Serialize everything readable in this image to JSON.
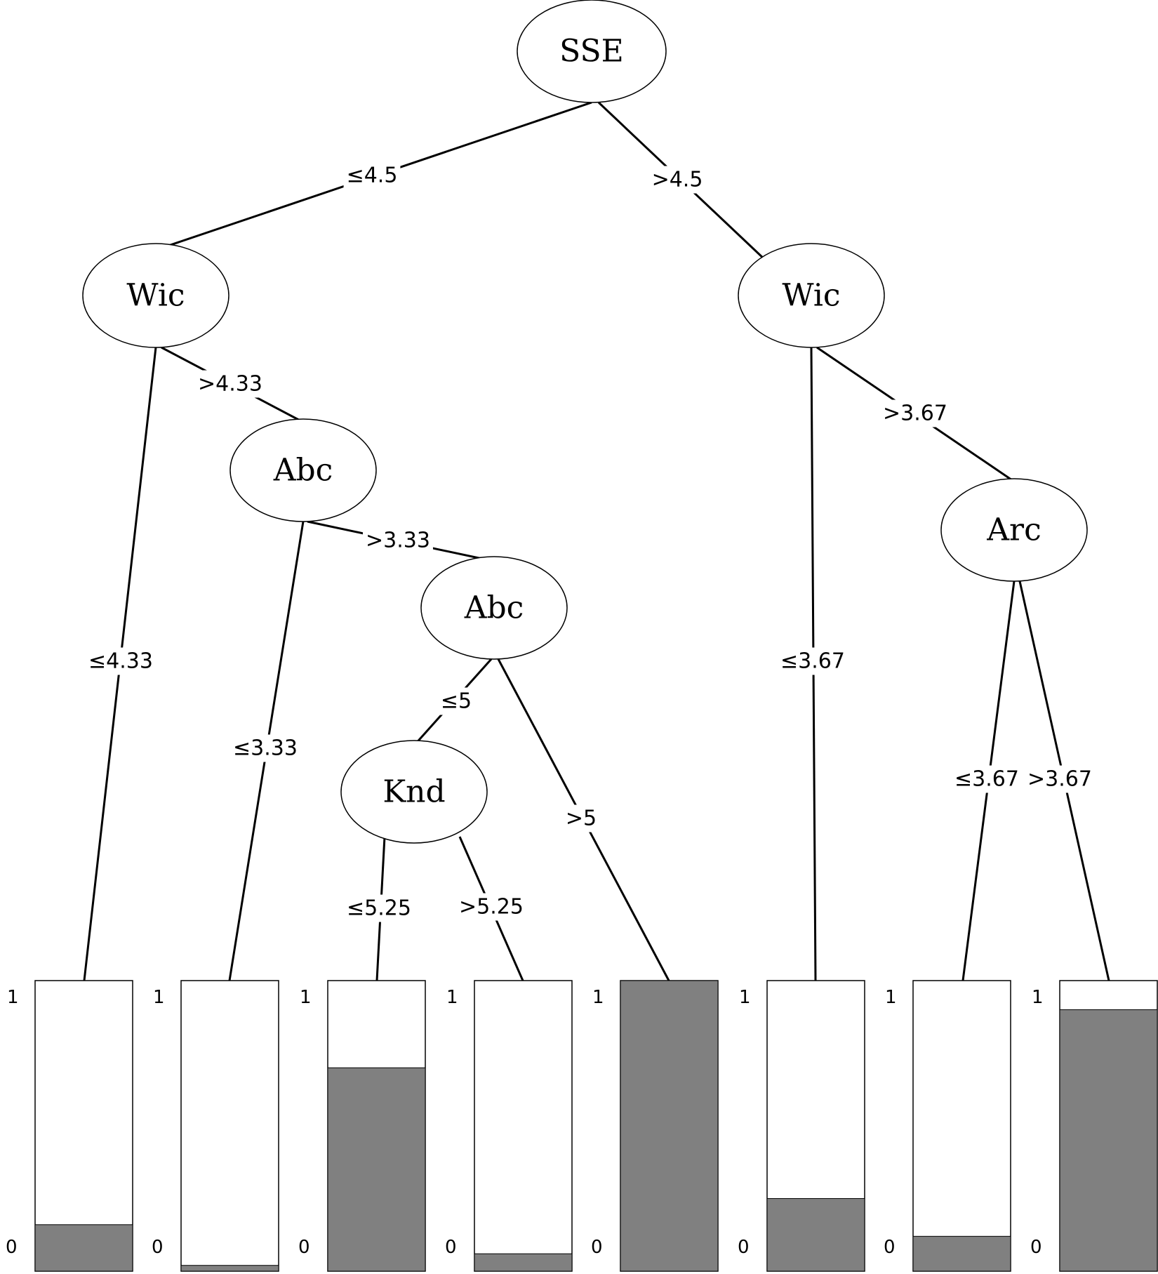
{
  "tree": {
    "nodes": [
      {
        "id": "root",
        "label": "SSE"
      },
      {
        "id": "wic-left",
        "label": "Wic"
      },
      {
        "id": "wic-right",
        "label": "Wic"
      },
      {
        "id": "abc-1",
        "label": "Abc"
      },
      {
        "id": "abc-2",
        "label": "Abc"
      },
      {
        "id": "knd",
        "label": "Knd"
      },
      {
        "id": "arc",
        "label": "Arc"
      }
    ],
    "edges": [
      {
        "from": "root",
        "to": "wic-left",
        "label": "≤4.5"
      },
      {
        "from": "root",
        "to": "wic-right",
        "label": ">4.5"
      },
      {
        "from": "wic-left",
        "to": "leaf-1",
        "label": "≤4.33"
      },
      {
        "from": "wic-left",
        "to": "abc-1",
        "label": ">4.33"
      },
      {
        "from": "abc-1",
        "to": "leaf-2",
        "label": "≤3.33"
      },
      {
        "from": "abc-1",
        "to": "abc-2",
        "label": ">3.33"
      },
      {
        "from": "abc-2",
        "to": "knd",
        "label": "≤5"
      },
      {
        "from": "abc-2",
        "to": "leaf-5",
        "label": ">5"
      },
      {
        "from": "knd",
        "to": "leaf-3",
        "label": "≤5.25"
      },
      {
        "from": "knd",
        "to": "leaf-4",
        "label": ">5.25"
      },
      {
        "from": "wic-right",
        "to": "leaf-6",
        "label": "≤3.67"
      },
      {
        "from": "wic-right",
        "to": "arc",
        "label": ">3.67"
      },
      {
        "from": "arc",
        "to": "leaf-7",
        "label": "≤3.67"
      },
      {
        "from": "arc",
        "to": "leaf-8",
        "label": ">3.67"
      }
    ],
    "leaves": [
      {
        "id": "leaf-1",
        "proportion": 0.16
      },
      {
        "id": "leaf-2",
        "proportion": 0.02
      },
      {
        "id": "leaf-3",
        "proportion": 0.7
      },
      {
        "id": "leaf-4",
        "proportion": 0.06
      },
      {
        "id": "leaf-5",
        "proportion": 1.0
      },
      {
        "id": "leaf-6",
        "proportion": 0.25
      },
      {
        "id": "leaf-7",
        "proportion": 0.12
      },
      {
        "id": "leaf-8",
        "proportion": 0.9
      }
    ],
    "axis": {
      "top": "1",
      "bottom": "0"
    },
    "colors": {
      "fill": "#808080",
      "line": "#000000",
      "background": "#ffffff"
    }
  }
}
